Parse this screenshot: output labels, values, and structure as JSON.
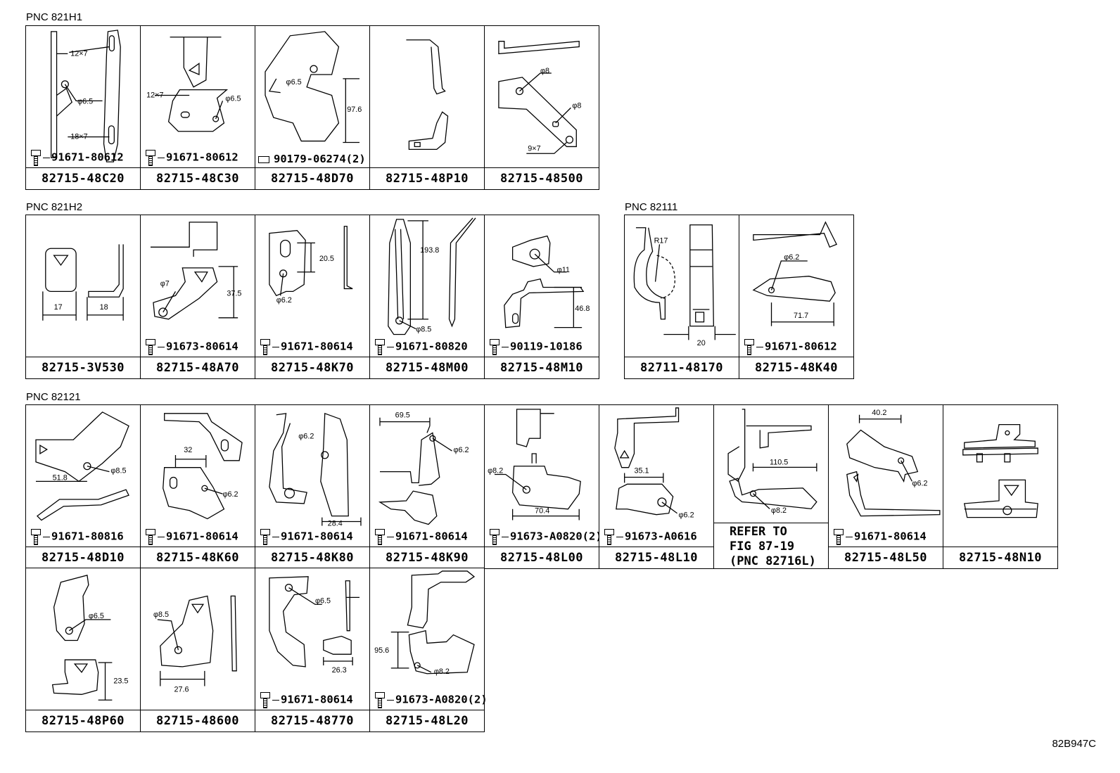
{
  "sections": {
    "s1": "PNC 821H1",
    "s2": "PNC 821H2",
    "s3": "PNC 82111",
    "s4": "PNC 82121"
  },
  "parts": {
    "c01": {
      "pn": "82715-48C20",
      "bolt": "91671-80612",
      "dims": [
        "12×7",
        "φ6.5",
        "18×7"
      ]
    },
    "c02": {
      "pn": "82715-48C30",
      "bolt": "91671-80612",
      "dims": [
        "12×7",
        "φ6.5"
      ]
    },
    "c03": {
      "pn": "82715-48D70",
      "bolt": "90179-06274(2)",
      "dims": [
        "φ6.5",
        "97.6"
      ]
    },
    "c04": {
      "pn": "82715-48P10"
    },
    "c05": {
      "pn": "82715-48500",
      "dims": [
        "φ8",
        "φ8",
        "9×7"
      ]
    },
    "c06": {
      "pn": "82715-3V530",
      "dims": [
        "17",
        "18"
      ]
    },
    "c07": {
      "pn": "82715-48A70",
      "bolt": "91673-80614",
      "dims": [
        "φ7",
        "37.5"
      ]
    },
    "c08": {
      "pn": "82715-48K70",
      "bolt": "91671-80614",
      "dims": [
        "20.5",
        "φ6.2"
      ]
    },
    "c09": {
      "pn": "82715-48M00",
      "bolt": "91671-80820",
      "dims": [
        "193.8",
        "φ8.5"
      ]
    },
    "c10": {
      "pn": "82715-48M10",
      "bolt": "90119-10186",
      "dims": [
        "φ11",
        "46.8"
      ]
    },
    "c11": {
      "pn": "82711-48170",
      "dims": [
        "R17",
        "20"
      ]
    },
    "c12": {
      "pn": "82715-48K40",
      "bolt": "91671-80612",
      "dims": [
        "φ6.2",
        "71.7"
      ]
    },
    "c13": {
      "pn": "82715-48D10",
      "bolt": "91671-80816",
      "dims": [
        "φ8.5",
        "51.8"
      ]
    },
    "c14": {
      "pn": "82715-48K60",
      "bolt": "91671-80614",
      "dims": [
        "32",
        "φ6.2"
      ]
    },
    "c15": {
      "pn": "82715-48K80",
      "bolt": "91671-80614",
      "dims": [
        "φ6.2",
        "28.4"
      ]
    },
    "c16": {
      "pn": "82715-48K90",
      "bolt": "91671-80614",
      "dims": [
        "69.5",
        "φ6.2"
      ]
    },
    "c17": {
      "pn": "82715-48L00",
      "bolt": "91673-A0820(2)",
      "dims": [
        "φ8.2",
        "70.4"
      ]
    },
    "c18": {
      "pn": "82715-48L10",
      "bolt": "91673-A0616",
      "dims": [
        "35.1",
        "φ6.2"
      ]
    },
    "c19": {
      "pn": "",
      "refer": "REFER TO\nFIG 87-19\n(PNC 82716L)",
      "dims": [
        "110.5",
        "φ8.2"
      ]
    },
    "c20": {
      "pn": "82715-48L50",
      "bolt": "91671-80614",
      "dims": [
        "40.2",
        "φ6.2"
      ]
    },
    "c21": {
      "pn": "82715-48N10"
    },
    "c22": {
      "pn": "82715-48P60",
      "dims": [
        "φ6.5",
        "23.5"
      ]
    },
    "c23": {
      "pn": "82715-48600",
      "dims": [
        "φ8.5",
        "27.6"
      ]
    },
    "c24": {
      "pn": "82715-48770",
      "bolt": "91671-80614",
      "dims": [
        "φ6.5",
        "26.3"
      ]
    },
    "c25": {
      "pn": "82715-48L20",
      "bolt": "91673-A0820(2)",
      "dims": [
        "95.6",
        "φ8.2"
      ]
    }
  },
  "footer": "82B947C"
}
